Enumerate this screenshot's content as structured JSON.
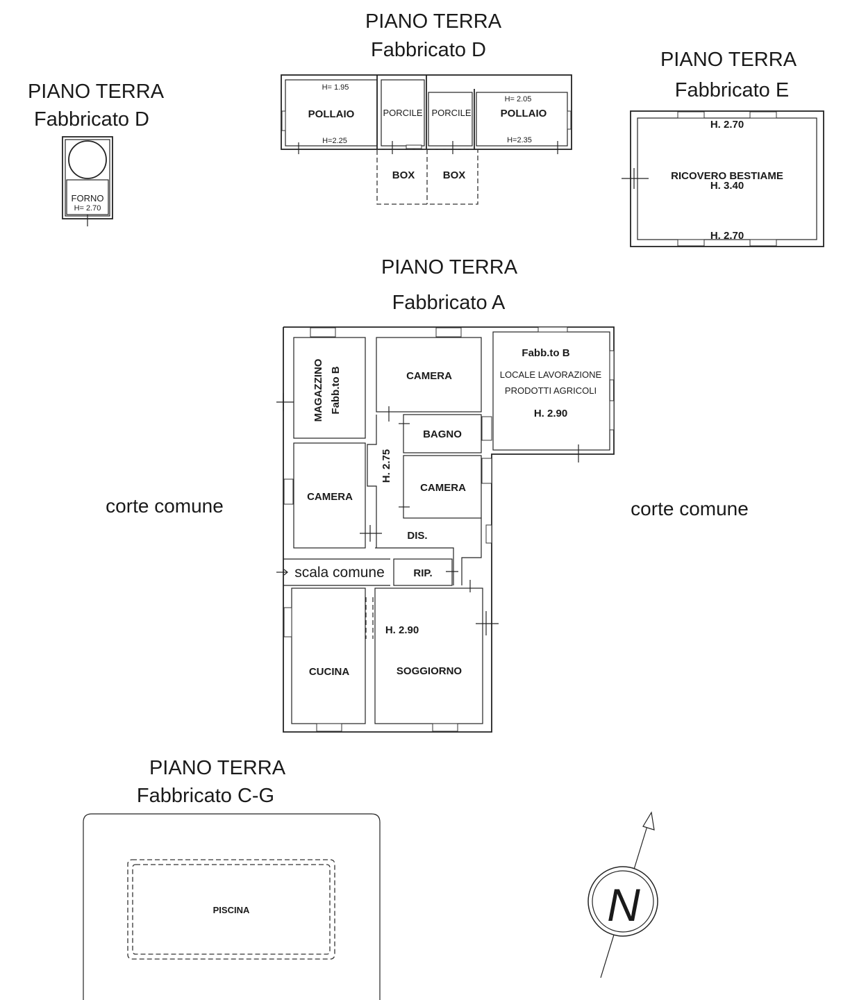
{
  "titles": {
    "d_top_floor": "PIANO TERRA",
    "d_top_building": "Fabbricato D",
    "d_left_floor": "PIANO TERRA",
    "d_left_building": "Fabbricato D",
    "e_floor": "PIANO TERRA",
    "e_building": "Fabbricato E",
    "a_floor": "PIANO TERRA",
    "a_building": "Fabbricato A",
    "cg_floor": "PIANO TERRA",
    "cg_building": "Fabbricato C-G"
  },
  "building_d": {
    "pollaio_left": {
      "name": "POLLAIO",
      "h_top": "H= 1.95",
      "h_bottom": "H=2.25"
    },
    "porcile_1": "PORCILE",
    "porcile_2": "PORCILE",
    "pollaio_right": {
      "name": "POLLAIO",
      "h_top": "H= 2.05",
      "h_bottom": "H=2.35"
    },
    "box_1": "BOX",
    "box_2": "BOX",
    "forno": {
      "name": "FORNO",
      "h": "H= 2.70"
    }
  },
  "building_e": {
    "h_top": "H. 2.70",
    "room": "RICOVERO BESTIAME",
    "h_mid": "H. 3.40",
    "h_bottom": "H. 2.70"
  },
  "building_a": {
    "magazzino": "MAGAZZINO",
    "magazzino_sub": "Fabb.to B",
    "camera_top": "CAMERA",
    "fabb_b": "Fabb.to B",
    "locale_1": "LOCALE LAVORAZIONE",
    "locale_2": "PRODOTTI AGRICOLI",
    "locale_h": "H. 2.90",
    "bagno": "BAGNO",
    "corridor_h": "H. 2.75",
    "camera_left": "CAMERA",
    "camera_mid": "CAMERA",
    "dis": "DIS.",
    "scala": "scala comune",
    "rip": "RIP.",
    "living_h": "H. 2.90",
    "cucina": "CUCINA",
    "soggiorno": "SOGGIORNO"
  },
  "court_left": "corte comune",
  "court_right": "corte comune",
  "pool": "PISCINA",
  "compass": "N"
}
